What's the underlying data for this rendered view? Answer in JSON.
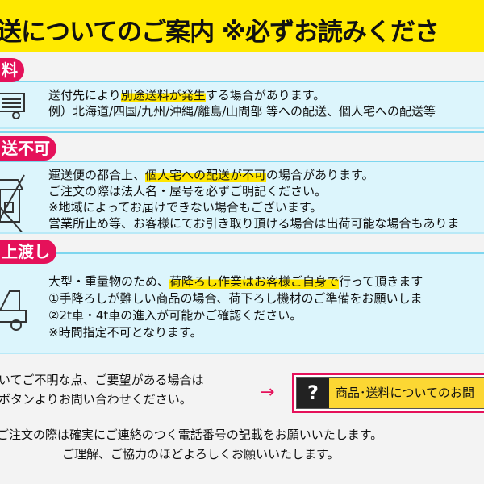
{
  "header": {
    "title": "送についてのご案内 ※必ずお読みくださ"
  },
  "sections": [
    {
      "tag": "料",
      "icon": "truck-list-icon",
      "lines": [
        [
          "送付先により",
          "別途送料が発生",
          "する場合があります。"
        ],
        [
          "例）北海道/四国/九州/沖縄/離島/山間部 等への配送、個人宅への配送等",
          "",
          ""
        ]
      ]
    },
    {
      "tag": "送不可",
      "icon": "no-house-icon",
      "lines": [
        [
          "運送便の都合上、",
          "個人宅への配送が不可",
          "の場合があります。"
        ],
        [
          "ご注文の際は法人名・屋号を必ずご明記ください。",
          "",
          ""
        ],
        [
          "※地域によってお届けできない場合もございます。",
          "",
          ""
        ],
        [
          "営業所止め等、お客様にてお引き取り頂ける場合は出荷可能な場合もありま",
          "",
          ""
        ]
      ]
    },
    {
      "tag": "上渡し",
      "icon": "forklift-icon",
      "lines": [
        [
          "大型・重量物のため、",
          "荷降ろし作業はお客様ご自身で",
          "行って頂きます"
        ],
        [
          "①手降ろしが難しい商品の場合、荷下ろし機材のご準備をお願いしま",
          "",
          ""
        ],
        [
          "②2t車・4t車の進入が可能かご確認ください。",
          "",
          ""
        ],
        [
          "※時間指定不可となります。",
          "",
          ""
        ]
      ]
    }
  ],
  "contact": {
    "line1": "いてご不明な点、ご要望がある場合は",
    "line2": "ボタンよりお問い合わせください。",
    "arrow": "→",
    "button_icon": "?",
    "button_label": "商品･送料についてのお問"
  },
  "footer": {
    "line1": "ご注文の際は確実にご連絡のつく電話番号の記載をお願いいたします。",
    "line2": "ご理解、ご協力のほどよろしくお願いいたします。"
  },
  "colors": {
    "header": "#ffea00",
    "tag": "#e5115a",
    "box": "#dcf5fc",
    "highlight": "#ffe600"
  }
}
